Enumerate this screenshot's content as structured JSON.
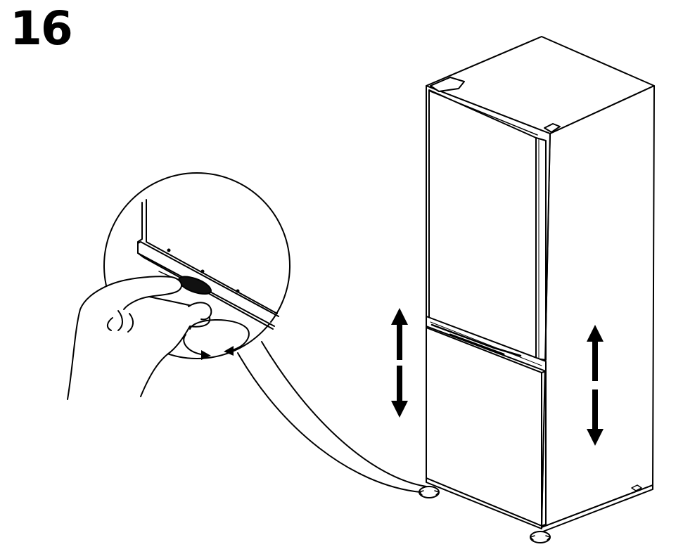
{
  "step": {
    "number": "16"
  },
  "colors": {
    "line": "#000000",
    "fill": "#ffffff",
    "arrow": "#000000"
  },
  "icons": [
    "refrigerator",
    "adjustable-foot",
    "hand",
    "rotate-arrows",
    "up-down-arrow"
  ]
}
